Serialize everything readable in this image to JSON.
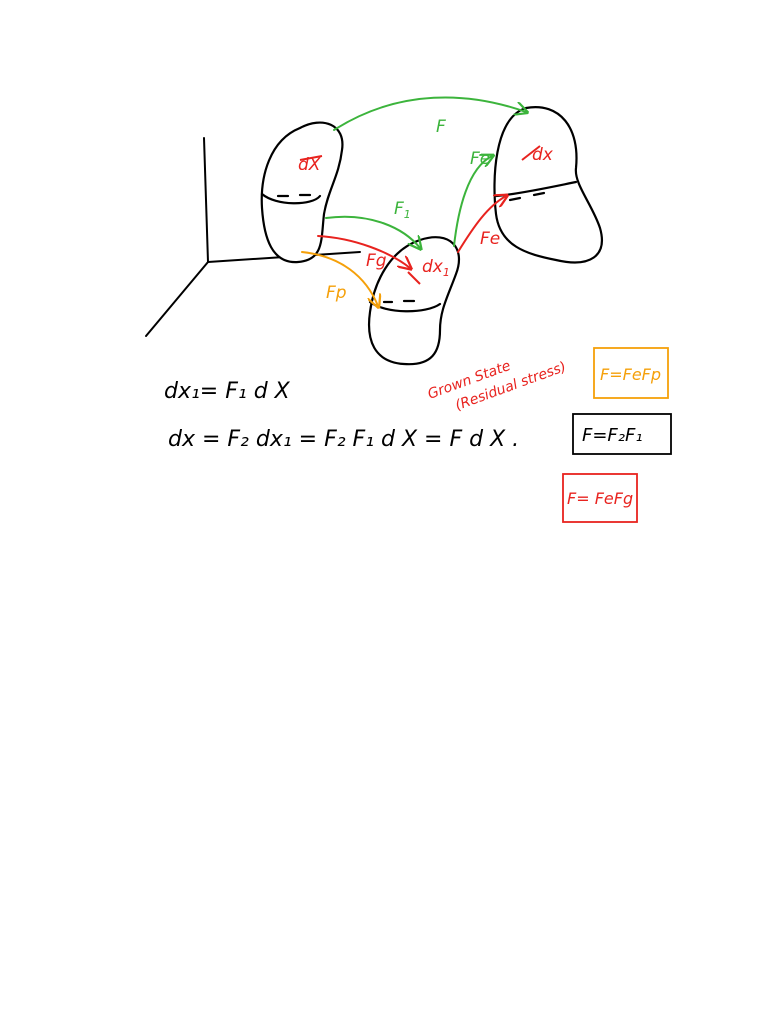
{
  "colors": {
    "ink": "#000000",
    "green": "#3cb43c",
    "red": "#e8231f",
    "orange": "#f5a00a"
  },
  "labels": {
    "F": "F",
    "F1": "F",
    "F1_sub": "1",
    "Fe_green": "Fe",
    "Fe_red": "Fe",
    "Fg": "Fg",
    "Fp": "Fp",
    "dX_ref": "dX",
    "dx_cur": "dx",
    "dx1": "dx",
    "dx1_sub": "1",
    "grown_state_line1": "Grown State",
    "grown_state_line2": "(Residual stress)"
  },
  "equations": {
    "eq1": "dx₁= F₁ d X",
    "eq2": "dx = F₂ dx₁ =  F₂ F₁ d X = F  d X  ."
  },
  "boxes": {
    "orange": "F=FeFp",
    "black": "F=F₂F₁",
    "red": "F= FeFg"
  }
}
